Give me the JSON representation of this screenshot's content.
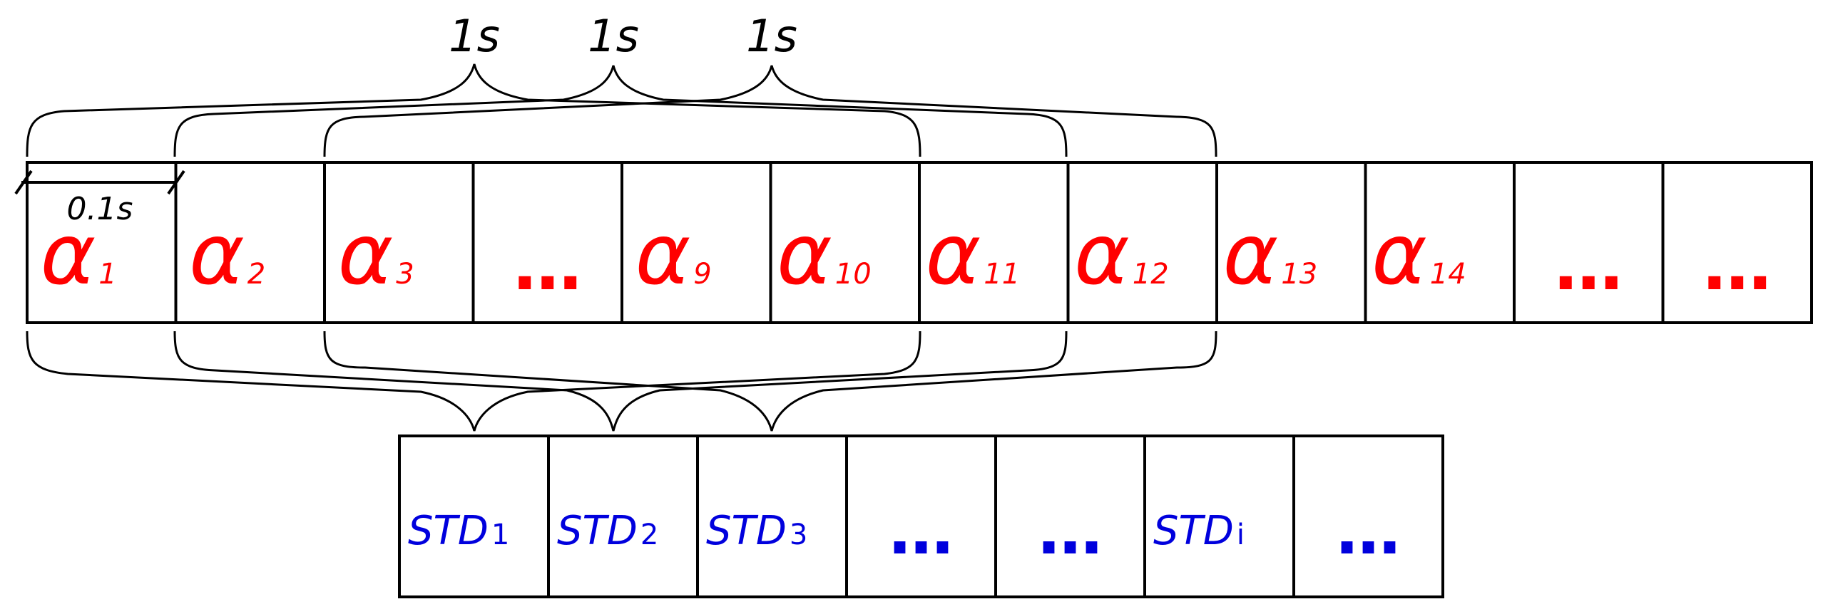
{
  "colors": {
    "alpha": "#ff0000",
    "std": "#0000dd",
    "line": "#000000",
    "background": "#ffffff"
  },
  "window_labels": [
    "1s",
    "1s",
    "1s"
  ],
  "step_label": "0.1s",
  "alpha_row": [
    {
      "sym": "α",
      "sub": "1"
    },
    {
      "sym": "α",
      "sub": "2"
    },
    {
      "sym": "α",
      "sub": "3"
    },
    {
      "sym": "…",
      "sub": ""
    },
    {
      "sym": "α",
      "sub": "9"
    },
    {
      "sym": "α",
      "sub": "10"
    },
    {
      "sym": "α",
      "sub": "11"
    },
    {
      "sym": "α",
      "sub": "12"
    },
    {
      "sym": "α",
      "sub": "13"
    },
    {
      "sym": "α",
      "sub": "14"
    },
    {
      "sym": "…",
      "sub": ""
    },
    {
      "sym": "…",
      "sub": ""
    }
  ],
  "std_row": [
    {
      "sym": "STD",
      "sub": "1"
    },
    {
      "sym": "STD",
      "sub": "2"
    },
    {
      "sym": "STD",
      "sub": "3"
    },
    {
      "sym": "…",
      "sub": ""
    },
    {
      "sym": "…",
      "sub": ""
    },
    {
      "sym": "STD",
      "sub": "i"
    },
    {
      "sym": "…",
      "sub": ""
    }
  ]
}
